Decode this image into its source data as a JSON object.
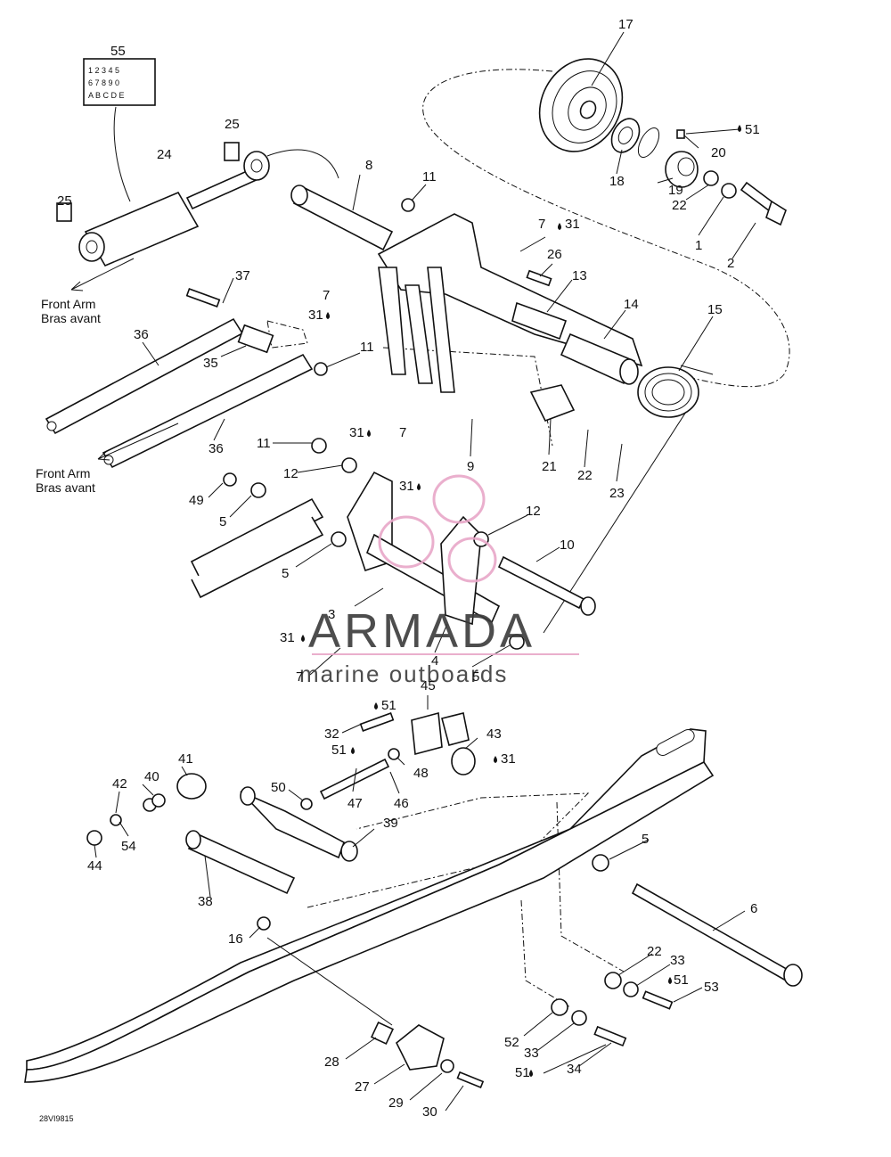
{
  "watermark": {
    "brand": "ARMADA",
    "tagline": "marine outboards",
    "brand_color": "#3a3a3a",
    "accent_color": "#e8a7c8"
  },
  "notes": {
    "front_arm_top_en": "Front Arm",
    "front_arm_top_fr": "Bras avant",
    "front_arm_bottom_en": "Front Arm",
    "front_arm_bottom_fr": "Bras avant"
  },
  "figure_ref": "28VI9815",
  "callouts": {
    "c1": "1",
    "c2": "2",
    "c3": "3",
    "c4": "4",
    "c5a": "5",
    "c5b": "5",
    "c5c": "5",
    "c5d": "5",
    "c6": "6",
    "c7a": "7",
    "c7b": "7",
    "c7c": "7",
    "c7d": "7",
    "c8": "8",
    "c9": "9",
    "c10": "10",
    "c11a": "11",
    "c11b": "11",
    "c11c": "11",
    "c12a": "12",
    "c12b": "12",
    "c13": "13",
    "c14": "14",
    "c15": "15",
    "c16": "16",
    "c17": "17",
    "c18": "18",
    "c19": "19",
    "c20": "20",
    "c21": "21",
    "c22a": "22",
    "c22b": "22",
    "c22c": "22",
    "c23": "23",
    "c24": "24",
    "c25a": "25",
    "c25b": "25",
    "c26": "26",
    "c27": "27",
    "c28": "28",
    "c29": "29",
    "c30": "30",
    "c31a": "31",
    "c31b": "31",
    "c31c": "31",
    "c31d": "31",
    "c31e": "31",
    "c31f": "31",
    "c32": "32",
    "c33a": "33",
    "c33b": "33",
    "c34": "34",
    "c35": "35",
    "c36a": "36",
    "c36b": "36",
    "c37": "37",
    "c38": "38",
    "c39": "39",
    "c40": "40",
    "c41": "41",
    "c42": "42",
    "c43": "43",
    "c44": "44",
    "c45": "45",
    "c46": "46",
    "c47": "47",
    "c48": "48",
    "c49": "49",
    "c50": "50",
    "c51a": "51",
    "c51b": "51",
    "c51c": "51",
    "c51d": "51",
    "c51e": "51",
    "c52": "52",
    "c53": "53",
    "c54": "54",
    "c55": "55"
  }
}
